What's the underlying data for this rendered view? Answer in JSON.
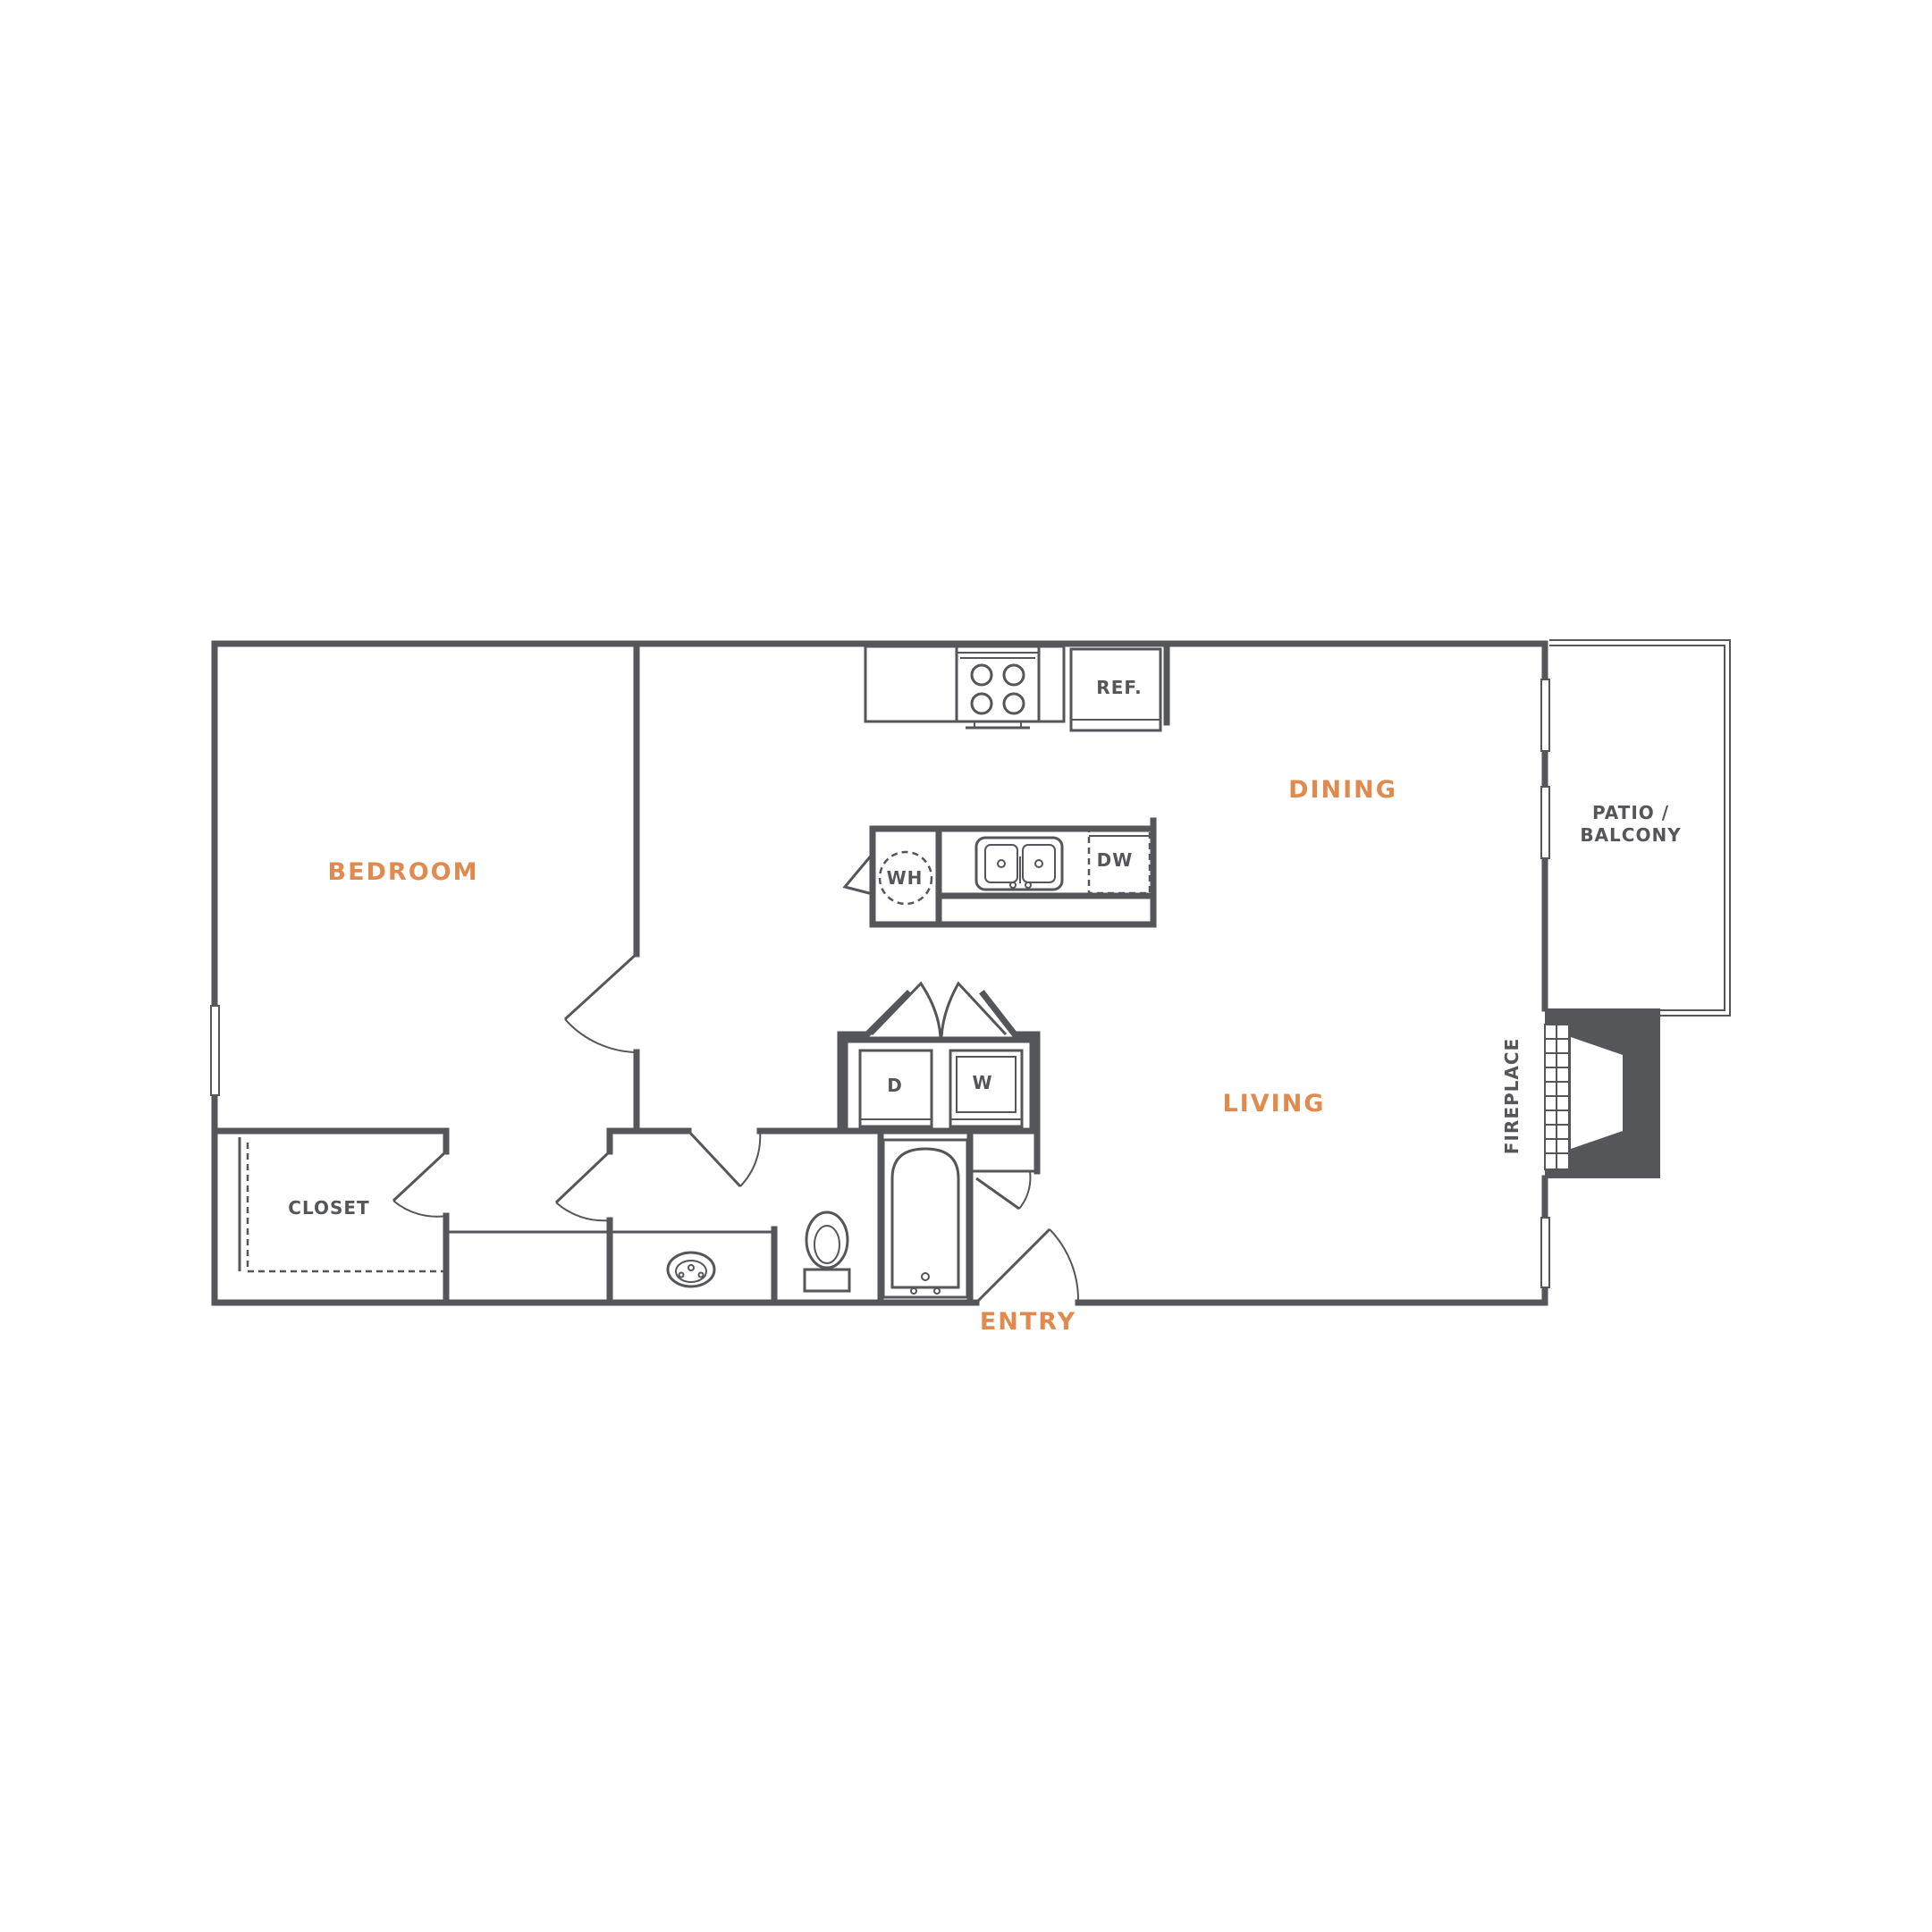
{
  "rooms": {
    "bedroom": "BEDROOM",
    "dining": "DINING",
    "living": "LIVING",
    "entry": "ENTRY"
  },
  "fixtures": {
    "closet": "CLOSET",
    "ref": "REF.",
    "dw": "DW",
    "wh": "WH",
    "dryer": "D",
    "washer": "W",
    "patio_line1": "PATIO /",
    "patio_line2": "BALCONY",
    "fireplace": "FIREPLACE"
  },
  "colors": {
    "wall": "#54565a",
    "label_accent": "#e08a50",
    "background": "#ffffff"
  }
}
